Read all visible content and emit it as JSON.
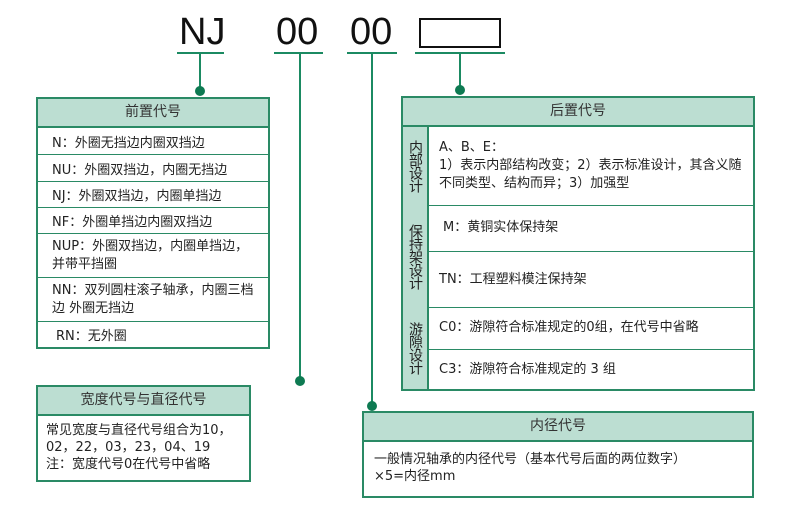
{
  "code": {
    "prefix": "NJ",
    "width_dia": "00",
    "bore": "00"
  },
  "prefix_table": {
    "title": "前置代号",
    "rows": [
      "N：外圈无挡边内圈双挡边",
      "NU：外圈双挡边，内圈无挡边",
      "NJ：外圈双挡边，内圈单挡边",
      "NF：外圈单挡边内圈双挡边",
      "NUP：外圈双挡边，内圈单挡边，并带平挡圈",
      "NN：双列圆柱滚子轴承，内圈三档边 外圈无挡边",
      "RN：无外圈"
    ]
  },
  "suffix_table": {
    "title": "后置代号",
    "sections": [
      {
        "label": "内部设计",
        "rows": [
          "A、B、E：",
          "1）表示内部结构改变；2）表示标准设计，其含义随不同类型、结构而异；3）加强型"
        ]
      },
      {
        "label": "保持架设计",
        "rows": [
          "M：黄铜实体保持架",
          "TN：工程塑料模注保持架"
        ]
      },
      {
        "label": "游隙设计",
        "rows": [
          "C0：游隙符合标准规定的0组，在代号中省略",
          "C3：游隙符合标准规定的 3 组"
        ]
      }
    ]
  },
  "width_dia_box": {
    "title": "宽度代号与直径代号",
    "lines": [
      "常见宽度与直径代号组合为10，02，22，03，23，04、19",
      "注：宽度代号0在代号中省略"
    ]
  },
  "bore_box": {
    "title": "内径代号",
    "lines": [
      "一般情况轴承的内径代号（基本代号后面的两位数字）×5=内径mm"
    ]
  },
  "colors": {
    "accent": "#2a8a65",
    "header_bg": "#bcded2",
    "dot": "#0e7a52"
  }
}
